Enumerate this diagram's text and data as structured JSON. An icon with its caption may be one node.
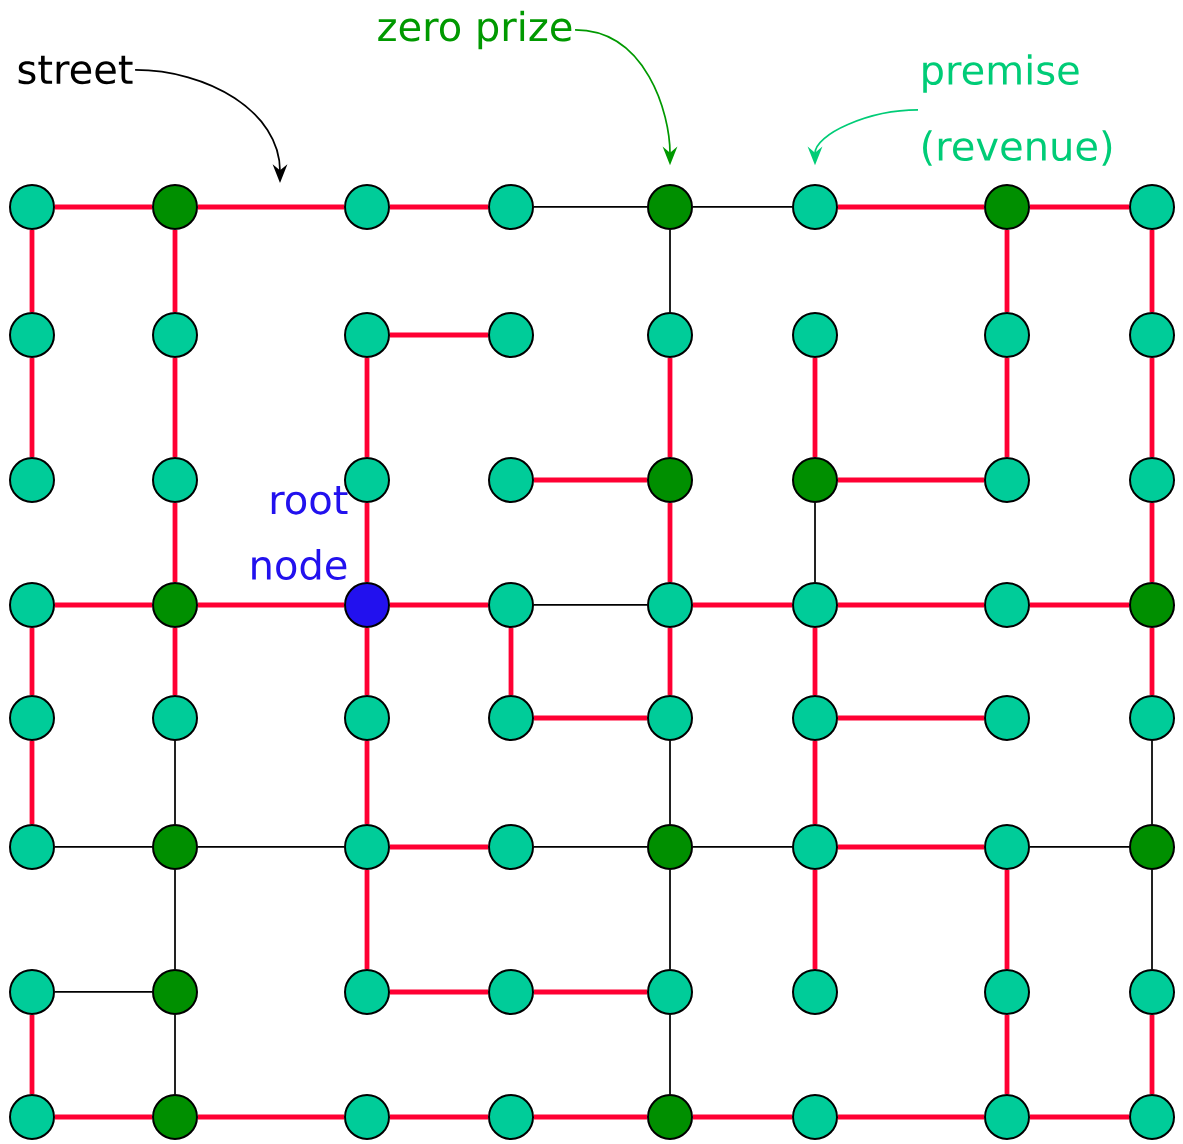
{
  "diagram": {
    "nodes": [
      {
        "text": [
          "street"
        ]
      },
      {
        "text": [
          "zero prize"
        ]
      },
      {
        "text": [
          "premise (revenue)"
        ]
      },
      {
        "text": [],
        "shape": "circle"
      },
      {
        "text": [],
        "shape": "circle"
      },
      {
        "text": [],
        "shape": "circle"
      },
      {
        "text": [],
        "shape": "circle"
      },
      {
        "text": [],
        "shape": "circle"
      },
      {
        "text": [],
        "shape": "circle"
      },
      {
        "text": [],
        "shape": "circle"
      },
      {
        "text": [],
        "shape": "circle"
      },
      {
        "text": [],
        "shape": "circle"
      },
      {
        "text": [],
        "shape": "circle"
      },
      {
        "text": [],
        "shape": "circle"
      },
      {
        "text": [],
        "shape": "circle"
      },
      {
        "text": [],
        "shape": "circle"
      },
      {
        "text": [],
        "shape": "circle"
      },
      {
        "text": [],
        "shape": "circle"
      },
      {
        "text": [],
        "shape": "circle"
      },
      {
        "text": [],
        "shape": "circle"
      },
      {
        "text": [],
        "shape": "circle"
      },
      {
        "text": [],
        "shape": "circle"
      },
      {
        "text": [],
        "shape": "circle"
      },
      {
        "text": [],
        "shape": "circle"
      },
      {
        "text": [],
        "shape": "circle"
      },
      {
        "text": [],
        "shape": "circle"
      },
      {
        "text": [],
        "shape": "circle"
      },
      {
        "text": [],
        "shape": "circle"
      },
      {
        "text": [],
        "shape": "circle"
      },
      {
        "text": [],
        "shape": "circle",
        "beside": [
          "root node"
        ]
      },
      {
        "text": [],
        "shape": "circle"
      },
      {
        "text": [],
        "shape": "circle"
      },
      {
        "text": [],
        "shape": "circle"
      },
      {
        "text": [],
        "shape": "circle"
      },
      {
        "text": [],
        "shape": "circle"
      },
      {
        "text": [],
        "shape": "circle"
      },
      {
        "text": [],
        "shape": "circle"
      },
      {
        "text": [],
        "shape": "circle"
      },
      {
        "text": [],
        "shape": "circle"
      },
      {
        "text": [],
        "shape": "circle"
      },
      {
        "text": [],
        "shape": "circle"
      },
      {
        "text": [],
        "shape": "circle"
      },
      {
        "text": [],
        "shape": "circle"
      },
      {
        "text": [],
        "shape": "circle"
      },
      {
        "text": [],
        "shape": "circle"
      },
      {
        "text": [],
        "shape": "circle"
      },
      {
        "text": [],
        "shape": "circle"
      },
      {
        "text": [],
        "shape": "circle"
      },
      {
        "text": [],
        "shape": "circle"
      },
      {
        "text": [],
        "shape": "circle"
      },
      {
        "text": [],
        "shape": "circle"
      },
      {
        "text": [],
        "shape": "circle"
      },
      {
        "text": [],
        "shape": "circle"
      },
      {
        "text": [],
        "shape": "circle"
      },
      {
        "text": [],
        "shape": "circle"
      },
      {
        "text": [],
        "shape": "circle"
      },
      {
        "text": [],
        "shape": "circle"
      },
      {
        "text": [],
        "shape": "circle"
      },
      {
        "text": [],
        "shape": "circle"
      },
      {
        "text": [],
        "shape": "circle"
      },
      {
        "text": [],
        "shape": "circle"
      },
      {
        "text": [],
        "shape": "circle"
      },
      {
        "text": [],
        "shape": "circle"
      },
      {
        "text": [],
        "shape": "circle"
      },
      {
        "text": [],
        "shape": "circle"
      },
      {
        "text": [],
        "shape": "circle"
      },
      {
        "text": [],
        "shape": "circle"
      }
    ],
    "edges": [
      {
        "from": 0,
        "to": null,
        "arrow": "to",
        "color": "#000000"
      },
      {
        "from": 1,
        "to": 7,
        "arrow": "to",
        "color": "#009900"
      },
      {
        "from": 2,
        "to": 8,
        "arrow": "to",
        "color": "#00cc77"
      },
      {
        "from": 3,
        "to": 4,
        "arrow": "none"
      },
      {
        "from": 4,
        "to": 5,
        "arrow": "none"
      },
      {
        "from": 5,
        "to": 6,
        "arrow": "none"
      },
      {
        "from": 6,
        "to": 7,
        "arrow": "none",
        "color": "#000000"
      },
      {
        "from": 7,
        "to": 8,
        "arrow": "none",
        "color": "#000000"
      },
      {
        "from": 8,
        "to": 9,
        "arrow": "none"
      },
      {
        "from": 9,
        "to": 10,
        "arrow": "none"
      },
      {
        "from": 3,
        "to": 11,
        "arrow": "none"
      },
      {
        "from": 4,
        "to": 12,
        "arrow": "none"
      },
      {
        "from": 7,
        "to": 15,
        "arrow": "none",
        "color": "#000000"
      },
      {
        "from": 9,
        "to": 17,
        "arrow": "none"
      },
      {
        "from": 10,
        "to": 18,
        "arrow": "none"
      },
      {
        "from": 13,
        "to": 14,
        "arrow": "none"
      },
      {
        "from": 11,
        "to": 19,
        "arrow": "none"
      },
      {
        "from": 12,
        "to": 20,
        "arrow": "none"
      },
      {
        "from": 13,
        "to": 21,
        "arrow": "none"
      },
      {
        "from": 15,
        "to": 23,
        "arrow": "none"
      },
      {
        "from": 16,
        "to": 24,
        "arrow": "none"
      },
      {
        "from": 17,
        "to": 25,
        "arrow": "none"
      },
      {
        "from": 18,
        "to": 26,
        "arrow": "none"
      },
      {
        "from": 22,
        "to": 23,
        "arrow": "none"
      },
      {
        "from": 24,
        "to": 25,
        "arrow": "none"
      },
      {
        "from": 20,
        "to": 28,
        "arrow": "none"
      },
      {
        "from": 21,
        "to": 29,
        "arrow": "none"
      },
      {
        "from": 23,
        "to": 31,
        "arrow": "none"
      },
      {
        "from": 24,
        "to": 32,
        "arrow": "none",
        "color": "#000000"
      },
      {
        "from": 26,
        "to": 34,
        "arrow": "none"
      },
      {
        "from": 27,
        "to": 28,
        "arrow": "none"
      },
      {
        "from": 28,
        "to": 29,
        "arrow": "none"
      },
      {
        "from": 29,
        "to": 30,
        "arrow": "none"
      },
      {
        "from": 30,
        "to": 31,
        "arrow": "none",
        "color": "#000000"
      },
      {
        "from": 31,
        "to": 32,
        "arrow": "none"
      },
      {
        "from": 32,
        "to": 33,
        "arrow": "none"
      },
      {
        "from": 33,
        "to": 34,
        "arrow": "none"
      },
      {
        "from": 27,
        "to": 35,
        "arrow": "none"
      },
      {
        "from": 28,
        "to": 36,
        "arrow": "none"
      },
      {
        "from": 29,
        "to": 37,
        "arrow": "none"
      },
      {
        "from": 30,
        "to": 38,
        "arrow": "none"
      },
      {
        "from": 31,
        "to": 39,
        "arrow": "none"
      },
      {
        "from": 32,
        "to": 40,
        "arrow": "none"
      },
      {
        "from": 34,
        "to": 42,
        "arrow": "none"
      },
      {
        "from": 38,
        "to": 39,
        "arrow": "none"
      },
      {
        "from": 40,
        "to": 41,
        "arrow": "none"
      },
      {
        "from": 35,
        "to": 43,
        "arrow": "none"
      },
      {
        "from": 36,
        "to": 44,
        "arrow": "none",
        "color": "#000000"
      },
      {
        "from": 37,
        "to": 45,
        "arrow": "none"
      },
      {
        "from": 39,
        "to": 47,
        "arrow": "none",
        "color": "#000000"
      },
      {
        "from": 40,
        "to": 48,
        "arrow": "none"
      },
      {
        "from": 42,
        "to": 50,
        "arrow": "none",
        "color": "#000000"
      },
      {
        "from": 43,
        "to": 44,
        "arrow": "none",
        "color": "#000000"
      },
      {
        "from": 44,
        "to": 45,
        "arrow": "none",
        "color": "#000000"
      },
      {
        "from": 45,
        "to": 46,
        "arrow": "none"
      },
      {
        "from": 46,
        "to": 47,
        "arrow": "none",
        "color": "#000000"
      },
      {
        "from": 47,
        "to": 48,
        "arrow": "none",
        "color": "#000000"
      },
      {
        "from": 48,
        "to": 49,
        "arrow": "none"
      },
      {
        "from": 49,
        "to": 50,
        "arrow": "none",
        "color": "#000000"
      },
      {
        "from": 44,
        "to": 52,
        "arrow": "none",
        "color": "#000000"
      },
      {
        "from": 45,
        "to": 53,
        "arrow": "none"
      },
      {
        "from": 47,
        "to": 55,
        "arrow": "none",
        "color": "#000000"
      },
      {
        "from": 48,
        "to": 56,
        "arrow": "none"
      },
      {
        "from": 49,
        "to": 57,
        "arrow": "none"
      },
      {
        "from": 50,
        "to": 58,
        "arrow": "none",
        "color": "#000000"
      },
      {
        "from": 51,
        "to": 52,
        "arrow": "none",
        "color": "#000000"
      },
      {
        "from": 53,
        "to": 54,
        "arrow": "none"
      },
      {
        "from": 54,
        "to": 55,
        "arrow": "none"
      },
      {
        "from": 51,
        "to": 59,
        "arrow": "none"
      },
      {
        "from": 52,
        "to": 60,
        "arrow": "none",
        "color": "#000000"
      },
      {
        "from": 55,
        "to": 63,
        "arrow": "none",
        "color": "#000000"
      },
      {
        "from": 57,
        "to": 65,
        "arrow": "none"
      },
      {
        "from": 58,
        "to": 66,
        "arrow": "none"
      },
      {
        "from": 59,
        "to": 60,
        "arrow": "none"
      },
      {
        "from": 60,
        "to": 61,
        "arrow": "none"
      },
      {
        "from": 61,
        "to": 62,
        "arrow": "none"
      },
      {
        "from": 62,
        "to": 63,
        "arrow": "none"
      },
      {
        "from": 63,
        "to": 64,
        "arrow": "none"
      },
      {
        "from": 64,
        "to": 65,
        "arrow": "none"
      },
      {
        "from": 65,
        "to": 66,
        "arrow": "none"
      }
    ]
  }
}
